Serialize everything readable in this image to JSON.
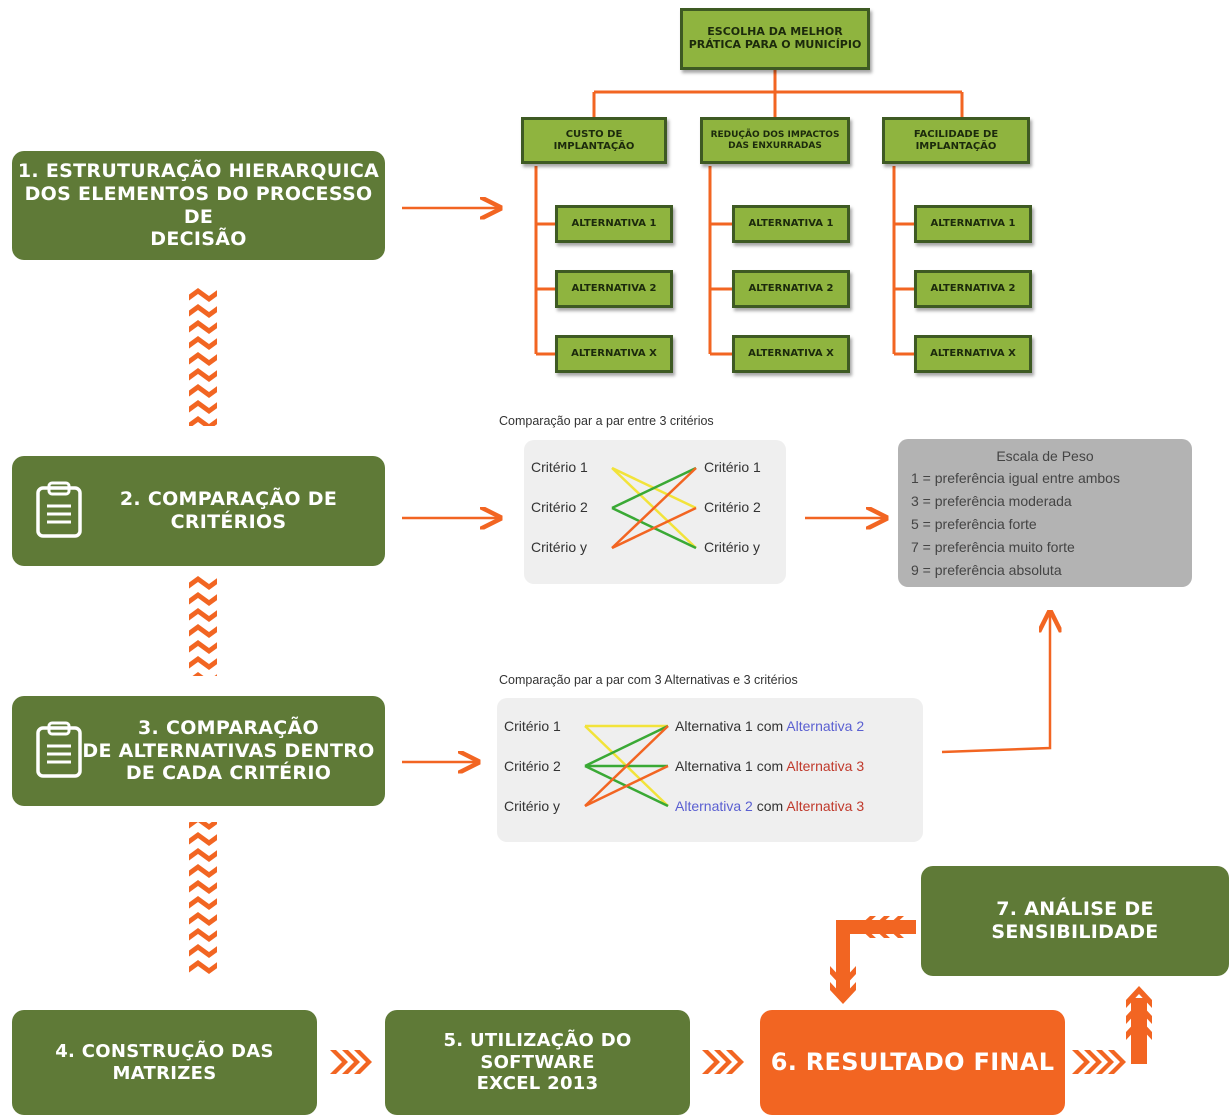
{
  "steps": {
    "s1": "1. ESTRUTURAÇÃO HIERARQUICA\nDOS ELEMENTOS DO PROCESSO DE\nDECISÃO",
    "s2": "2. COMPARAÇÃO DE\nCRITÉRIOS",
    "s3": "3. COMPARAÇÃO\nDE ALTERNATIVAS DENTRO\nDE CADA CRITÉRIO",
    "s4": "4. CONSTRUÇÃO DAS\nMATRIZES",
    "s5": "5. UTILIZAÇÃO DO SOFTWARE\nEXCEL 2013",
    "s6": "6. RESULTADO FINAL",
    "s7": "7. ANÁLISE DE\nSENSIBILIDADE"
  },
  "hierarchy": {
    "goal": "ESCOLHA DA MELHOR\nPRÁTICA PARA O MUNICÍPIO",
    "criteria": [
      "CUSTO DE\nIMPLANTAÇÃO",
      "REDUÇÃO DOS IMPACTOS\nDAS ENXURRADAS",
      "FACILIDADE DE\nIMPLANTAÇÃO"
    ],
    "alternatives": [
      "ALTERNATIVA 1",
      "ALTERNATIVA 2",
      "ALTERNATIVA X"
    ]
  },
  "criteria_comparison": {
    "title": "Comparação par a par entre 3 critérios",
    "left": [
      "Critério 1",
      "Critério 2",
      "Critério y"
    ],
    "right": [
      "Critério 1",
      "Critério 2",
      "Critério y"
    ]
  },
  "alternatives_comparison": {
    "title": "Comparação par a par com 3 Alternativas e 3 critérios",
    "left": [
      "Critério 1",
      "Critério 2",
      "Critério y"
    ],
    "pairs": [
      {
        "a": "Alternativa 1",
        "sep": " com ",
        "b": "Alternativa 2"
      },
      {
        "a": "Alternativa 1",
        "sep": " com ",
        "b": "Alternativa 3"
      },
      {
        "a": "Alternativa 2",
        "sep": " com ",
        "b": "Alternativa 3"
      }
    ]
  },
  "weight_scale": {
    "title": "Escala de Peso",
    "items": [
      "1 = preferência igual entre ambos",
      "3 = preferência moderada",
      "5 = preferência forte",
      "7 = preferência muito forte",
      "9 = preferência absoluta"
    ]
  },
  "colors": {
    "step_green": "#5f7a37",
    "hier_green": "#8fb43f",
    "accent_orange": "#f26522",
    "line_yellow": "#f2e33a",
    "line_green": "#3aa935",
    "alt_blue": "#5a5fd1",
    "alt_red": "#c0392b"
  }
}
